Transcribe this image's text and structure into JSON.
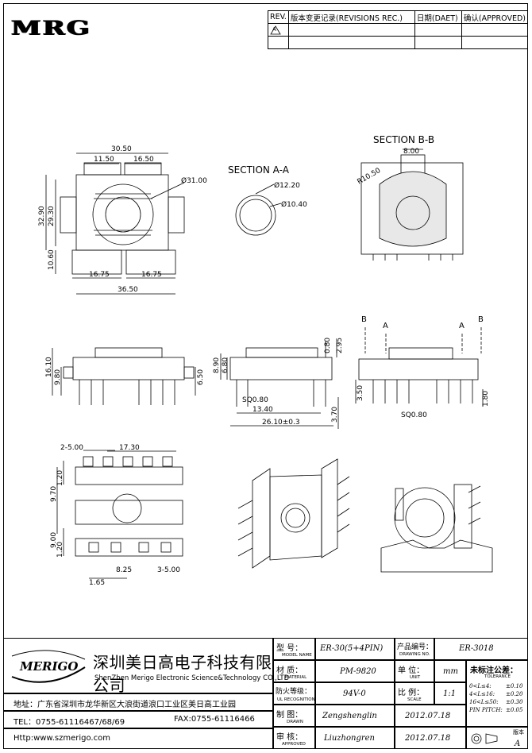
{
  "header": {
    "logo": "MRG",
    "revisions_table": {
      "col_rev": "REV.",
      "col_records": "版本变更记录(REVISIONS REC.)",
      "col_date": "日期(DAET)",
      "col_approved": "确认(APPROVED)",
      "row1_rev": "A"
    }
  },
  "drawing": {
    "section_aa": "SECTION A-A",
    "section_bb": "SECTION B-B",
    "top_view_dims": {
      "d1": "30.50",
      "d2": "11.50",
      "d3": "16.50",
      "d4": "Ø31.00",
      "d5": "32.90",
      "d6": "29.30",
      "d7": "10.60",
      "d8": "16.75",
      "d9": "16.75",
      "d10": "36.50"
    },
    "aa_dims": {
      "d1": "Ø12.20",
      "d2": "Ø10.40"
    },
    "bb_dims": {
      "d1": "8.00",
      "d2": "R10.50"
    },
    "front_view_dims": {
      "d1": "16.10",
      "d2": "9.80",
      "d3": "6.50"
    },
    "side_view_dims": {
      "d1": "0.80",
      "d2": "2.95",
      "d3": "8.90",
      "d4": "6.80",
      "d5": "SQ0.80",
      "d6": "13.40",
      "d7": "26.10±0.3",
      "d8": "3.70"
    },
    "right_view_dims": {
      "label_b": "B",
      "label_a": "A",
      "d1": "3.50",
      "d2": "SQ0.80",
      "d3": "1.80"
    },
    "bottom_view_dims": {
      "d1": "2-5.00",
      "d2": "17.30",
      "d3": "1.20",
      "d4": "9.70",
      "d5": "9.00",
      "d6": "1.20",
      "d7": "8.25",
      "d8": "3-5.00",
      "d9": "1.65"
    }
  },
  "title_block": {
    "company_cn": "深圳美日高电子科技有限公司",
    "company_en": "ShenZhen Merigo Electronic Science&Technology CO.,LTD",
    "brand": "MERIGO",
    "address": "地址：广东省深圳市龙华新区大浪街道浪口工业区美日高工业园",
    "tel": "TEL：0755-61116467/68/69",
    "fax": "FAX:0755-61116466",
    "http": "Http:www.szmerigo.com",
    "model_label": "型  号：",
    "model_label_en": "MODEL NAME",
    "model_value": "ER-30(5+4PIN)",
    "drawing_no_label": "产品编号：",
    "drawing_no_label_en": "DRAWING NO.",
    "drawing_no_value": "ER-3018",
    "material_label": "材  质：",
    "material_label_en": "MATERIAL",
    "material_value": "PM-9820",
    "unit_label": "单  位：",
    "unit_label_en": "UNIT",
    "unit_value": "mm",
    "ul_label": "防火等级：",
    "ul_label_en": "UL RECOGNITION",
    "ul_value": "94V-0",
    "scale_label": "比  例：",
    "scale_label_en": "SCALE",
    "scale_value": "1:1",
    "drawn_label": "制  图：",
    "drawn_label_en": "DRAWN",
    "drawn_value": "Zengshenglin",
    "drawn_date": "2012.07.18",
    "approved_label": "审  核：",
    "approved_label_en": "APPROVED",
    "approved_value": "Liuzhongren",
    "approved_date": "2012.07.18",
    "tolerance_title": "未标注公差：",
    "tolerance_title_en": "TOLERANCE",
    "tolerance_rows": [
      {
        "range": "0<L≤4:",
        "value": "±0.10"
      },
      {
        "range": "4<L≤16:",
        "value": "±0.20"
      },
      {
        "range": "16<L≤50:",
        "value": "±0.30"
      },
      {
        "range": "PIN PITCH:",
        "value": "±0.05"
      }
    ],
    "version_label": "版本",
    "version_value": "A"
  }
}
